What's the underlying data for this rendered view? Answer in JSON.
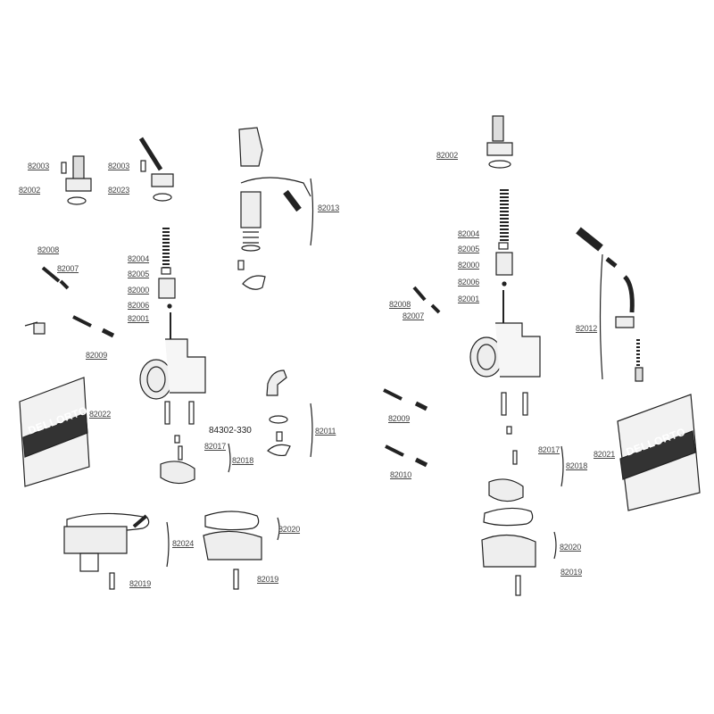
{
  "left_assembly": {
    "labels": [
      "82003",
      "82003",
      "82002",
      "82023",
      "82013",
      "82008",
      "82007",
      "82004",
      "82005",
      "82000",
      "82006",
      "82001",
      "82009",
      "82022",
      "82017",
      "82018",
      "82011",
      "82024",
      "82020",
      "82019",
      "82019"
    ],
    "reference_code": "84302-330",
    "kit_bag_brand": "DELLORTO"
  },
  "right_assembly": {
    "labels": [
      "82002",
      "82004",
      "82005",
      "82000",
      "82006",
      "82001",
      "82008",
      "82007",
      "82012",
      "82009",
      "82010",
      "82017",
      "82018",
      "82021",
      "82020",
      "82019"
    ],
    "kit_bag_brand": "DELLORTO"
  },
  "colors": {
    "ink": "#222222",
    "label": "#444444"
  }
}
